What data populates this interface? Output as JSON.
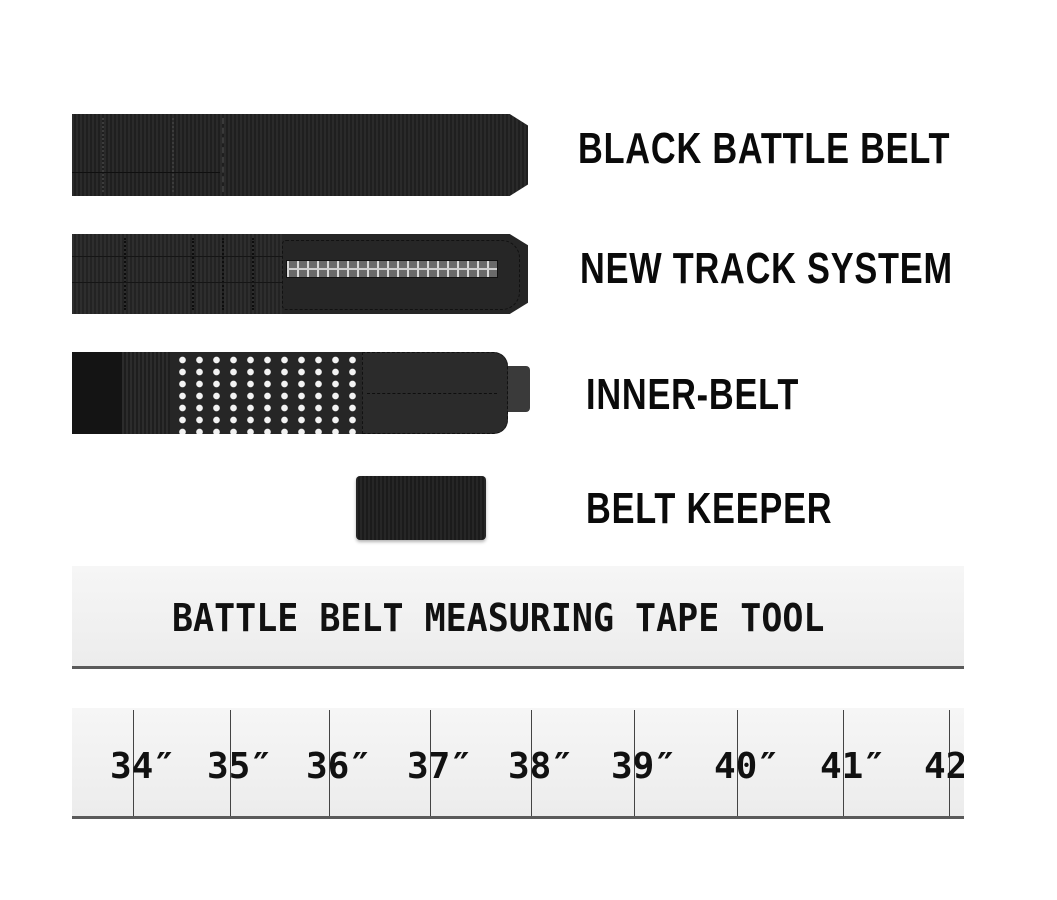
{
  "items": [
    {
      "label": "BLACK BATTLE BELT",
      "image": "black-battle-belt"
    },
    {
      "label": "NEW TRACK SYSTEM",
      "image": "track-system-belt"
    },
    {
      "label": "INNER-BELT",
      "image": "inner-belt"
    },
    {
      "label": "BELT KEEPER",
      "image": "belt-keeper"
    }
  ],
  "measuring_tape": {
    "title": "BATTLE BELT MEASURING TAPE TOOL",
    "marks": [
      "34″",
      "35″",
      "36″",
      "37″",
      "38″",
      "39″",
      "40″",
      "41″",
      "42"
    ]
  },
  "colors": {
    "belt": "#222222",
    "tape": "#f0f0f0",
    "text": "#0a0a0a"
  }
}
